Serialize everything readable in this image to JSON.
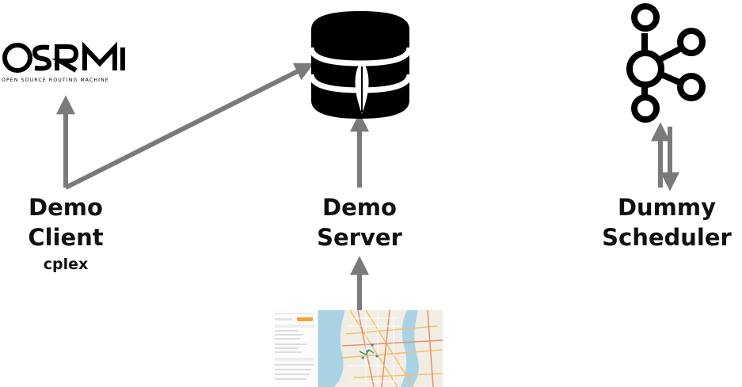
{
  "nodes": {
    "osrm": {
      "logo_text": "OSRM",
      "tagline": "OPEN SOURCE ROUTING MACHINE"
    },
    "demo_client": {
      "line1": "Demo",
      "line2": "Client",
      "sub": "cplex"
    },
    "demo_server": {
      "line1": "Demo",
      "line2": "Server"
    },
    "dummy_scheduler": {
      "line1": "Dummy",
      "line2": "Scheduler"
    }
  },
  "icons": {
    "database": "database-icon",
    "kafka": "kafka-icon",
    "osrm": "osrm-logo",
    "map_screenshot": "map-screenshot"
  },
  "colors": {
    "arrow": "#7a7a7a",
    "icon": "#000000",
    "map_water": "#a9d3e4",
    "map_land": "#f1ede4",
    "map_road_major": "#e38f6a",
    "map_road_minor": "#f3c06a"
  }
}
